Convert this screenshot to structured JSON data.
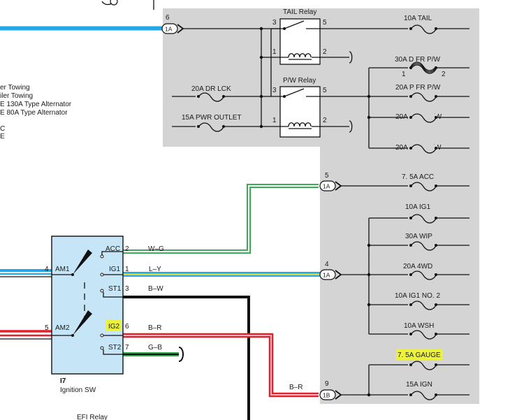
{
  "legend": {
    "lines": [
      "er Towing",
      "iler Towing",
      "E 130A Type Alternator",
      "E 80A Type Alternator",
      "C",
      "E"
    ]
  },
  "relays": {
    "tail": {
      "label": "TAIL Relay",
      "pin_3": "3",
      "pin_5": "5",
      "pin_1": "1",
      "pin_2": "2"
    },
    "pw": {
      "label": "P/W Relay",
      "pin_3": "3",
      "pin_5": "5",
      "pin_1": "1",
      "pin_2": "2"
    }
  },
  "fuses": {
    "tail": "10A TAIL",
    "d_fr_pw": "30A D FR P/W",
    "d_fr_pw_pin1": "1",
    "d_fr_pw_pin2": "2",
    "p_fr_pw": "20A P FR P/W",
    "d_rr_pw": "20A D RR P/W",
    "p_rr_pw": "20A P RR P/W",
    "dr_lck": "20A DR LCK",
    "pwr_outlet": "15A PWR OUTLET",
    "acc": "7. 5A ACC",
    "ig1": "10A IG1",
    "wip": "30A WIP",
    "fwd": "20A 4WD",
    "ig1_no2": "10A IG1 NO. 2",
    "wsh": "10A WSH",
    "gauge": "7. 5A GAUGE",
    "ign": "15A IGN"
  },
  "connectors": {
    "c1": {
      "num": "6",
      "code": "1A"
    },
    "c2": {
      "num": "5",
      "code": "1A"
    },
    "c3": {
      "num": "4",
      "code": "1A"
    },
    "c4": {
      "num": "9",
      "code": "1B"
    }
  },
  "ignition_switch": {
    "id": "I7",
    "name": "Ignition SW",
    "am1": "AM1",
    "am1_pin": "4",
    "am2": "AM2",
    "am2_pin": "5",
    "acc": "ACC",
    "acc_pin": "2",
    "ig1": "IG1",
    "ig1_pin": "1",
    "st1": "ST1",
    "st1_pin": "3",
    "ig2": "IG2",
    "ig2_pin": "6",
    "st2": "ST2",
    "st2_pin": "7"
  },
  "wire_colors": {
    "acc": "W–G",
    "ig1": "L–Y",
    "st1": "B–W",
    "ig2": "B–R",
    "st2": "G–B",
    "ign": "B–R"
  },
  "bottom": {
    "efi_relay": "EFI Relay"
  },
  "colors": {
    "panel": "#d4d4d4",
    "switch_fill": "#c6e6f7",
    "highlight": "#ecf23c",
    "wire_blue": "#22a7e8",
    "wire_green": "#2ea84a",
    "wire_red": "#e2212f",
    "wire_yellow": "#e8d832"
  }
}
